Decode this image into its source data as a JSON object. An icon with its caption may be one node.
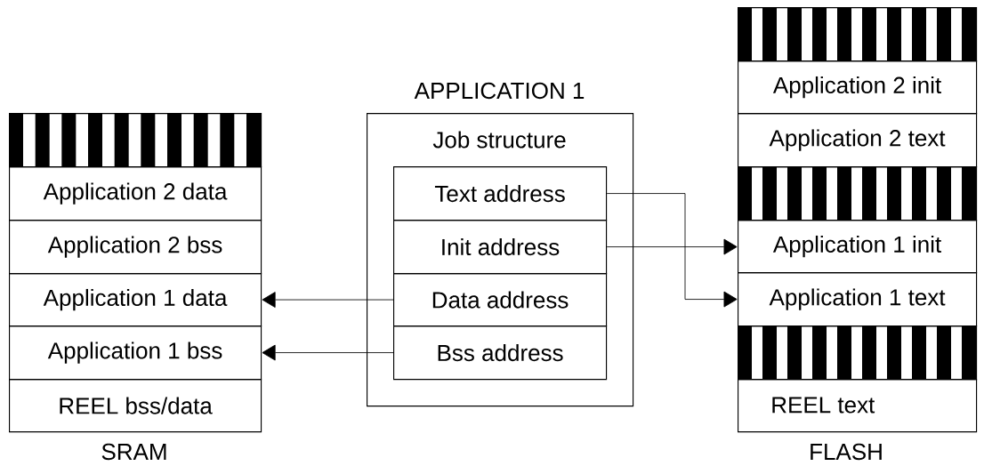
{
  "diagram": {
    "nodes": [
      {
        "text": [],
        "shape": "box"
      },
      {
        "text": [
          "Application 2 data"
        ]
      },
      {
        "text": [
          "Application 2 bss"
        ]
      },
      {
        "text": [
          "Application 1 data"
        ]
      },
      {
        "text": [
          "Application 1 bss"
        ]
      },
      {
        "text": [
          "REEL bss/data"
        ]
      },
      {
        "text": [
          "APPLICATION 1",
          "Job structure"
        ]
      },
      {
        "text": [
          "Text address"
        ],
        "in": 6
      },
      {
        "text": [
          "Init address"
        ],
        "in": 6
      },
      {
        "text": [
          "Data address"
        ],
        "in": 6
      },
      {
        "text": [
          "Bss address"
        ],
        "in": 6
      },
      {
        "text": [],
        "shape": "box"
      },
      {
        "text": [
          "Application 2 init"
        ]
      },
      {
        "text": [
          "Application 2 text"
        ]
      },
      {
        "text": [],
        "shape": "box"
      },
      {
        "text": [
          "Application 1 init"
        ]
      },
      {
        "text": [
          "Application 1 text"
        ]
      },
      {
        "text": [],
        "shape": "box"
      },
      {
        "text": [
          "REEL text"
        ]
      }
    ],
    "edges": [
      {
        "from": 7,
        "to": 16,
        "arrow": "to"
      },
      {
        "from": 8,
        "to": 15,
        "arrow": "to"
      },
      {
        "from": 9,
        "to": 3,
        "arrow": "to"
      },
      {
        "from": 10,
        "to": 4,
        "arrow": "to"
      }
    ],
    "labels": [
      "SRAM",
      "FLASH"
    ]
  }
}
